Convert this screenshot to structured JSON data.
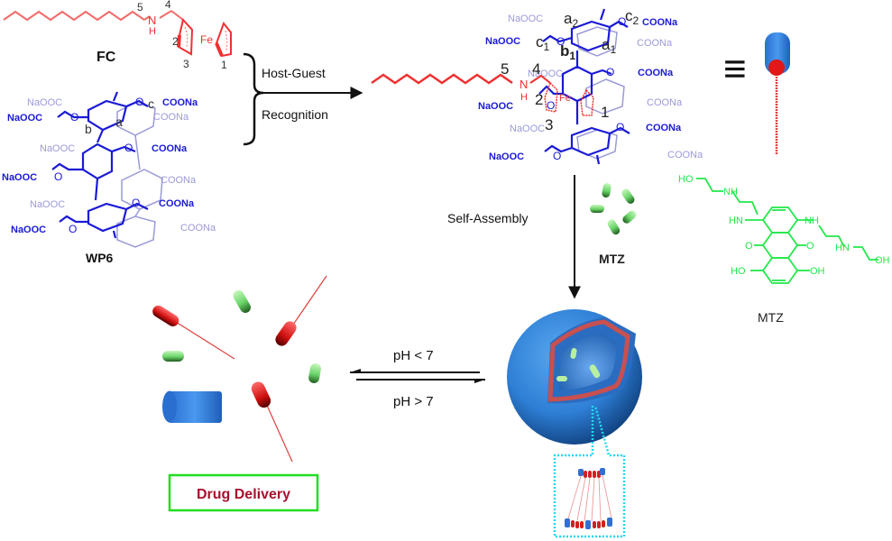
{
  "colors": {
    "guest_red": "#f03030",
    "guest_light_red": "#f26a6a",
    "host_blue": "#1a1ad6",
    "host_light_blue": "#9a9ad8",
    "drug_green": "#22e84a",
    "vesicle_blue": "#2e7fd6",
    "box_green": "#22dd22",
    "box_text": "#a8102e",
    "inset_cyan": "#22d8f0",
    "text_dark": "#111111"
  },
  "fc": {
    "label": "FC",
    "atoms": {
      "N": "N",
      "H": "H",
      "Fe": "Fe"
    },
    "positions": [
      "5",
      "4",
      "2",
      "3",
      "1"
    ]
  },
  "wp6": {
    "label": "WP6",
    "group_dark": "COONa",
    "group_dark_left": "NaOOC",
    "group_light": "COONa",
    "group_light_left": "NaOOC",
    "oxygen": "O",
    "protons": {
      "a": "a",
      "b": "b",
      "c": "c"
    }
  },
  "recognition": {
    "line1": "Host-Guest",
    "line2": "Recognition"
  },
  "complex": {
    "protons": {
      "a2": "a",
      "a2_sub": "2",
      "a1": "a",
      "a1_sub": "1",
      "b1": "b",
      "b1_sub": "1",
      "c1": "c",
      "c1_sub": "1",
      "c2": "c",
      "c2_sub": "2"
    },
    "positions": [
      "5",
      "4",
      "2",
      "3",
      "1"
    ],
    "atoms": {
      "N": "N",
      "H": "H",
      "Fe": "Fe"
    }
  },
  "equivalence_symbol": "≡",
  "self_assembly": {
    "label": "Self-Assembly"
  },
  "mtz_drug_label": "MTZ",
  "mtz_structure": {
    "label": "MTZ",
    "groups": {
      "ho_top": "HO",
      "nh_top": "NH",
      "hn_left": "HN",
      "nh_right": "NH",
      "hn_right": "HN",
      "oh_right": "OH",
      "o_left": "O",
      "o_right": "O",
      "ho_bottom": "HO",
      "oh_bottom": "OH"
    }
  },
  "equilibrium": {
    "top": "pH < 7",
    "bottom": "pH > 7"
  },
  "drug_delivery": {
    "label": "Drug Delivery"
  }
}
